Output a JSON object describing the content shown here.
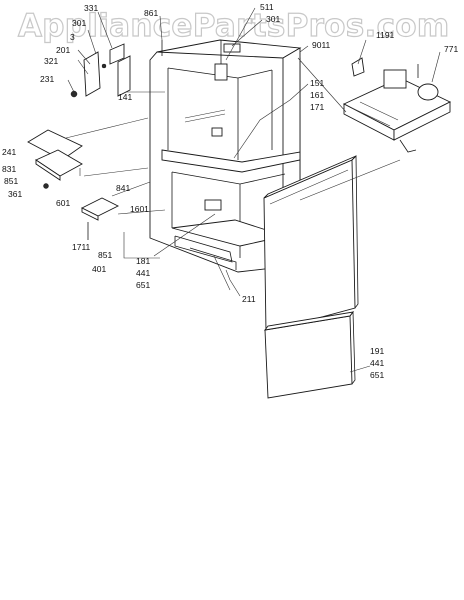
{
  "watermark": "AppliancePartsPros.com",
  "labels": [
    {
      "id": "331",
      "text": "331"
    },
    {
      "id": "301a",
      "text": "301"
    },
    {
      "id": "3x",
      "text": "3"
    },
    {
      "id": "201",
      "text": "201"
    },
    {
      "id": "321",
      "text": "321"
    },
    {
      "id": "231",
      "text": "231"
    },
    {
      "id": "861",
      "text": "861"
    },
    {
      "id": "511",
      "text": "511"
    },
    {
      "id": "301b",
      "text": "301"
    },
    {
      "id": "9011",
      "text": "9011"
    },
    {
      "id": "1191",
      "text": "1191"
    },
    {
      "id": "771",
      "text": "771"
    },
    {
      "id": "141",
      "text": "141"
    },
    {
      "id": "151",
      "text": "151"
    },
    {
      "id": "161",
      "text": "161"
    },
    {
      "id": "171",
      "text": "171"
    },
    {
      "id": "241",
      "text": "241"
    },
    {
      "id": "831",
      "text": "831"
    },
    {
      "id": "851a",
      "text": "851"
    },
    {
      "id": "361",
      "text": "361"
    },
    {
      "id": "841",
      "text": "841"
    },
    {
      "id": "601",
      "text": "601"
    },
    {
      "id": "1601",
      "text": "1601"
    },
    {
      "id": "1711",
      "text": "1711"
    },
    {
      "id": "851b",
      "text": "851"
    },
    {
      "id": "401",
      "text": "401"
    },
    {
      "id": "181",
      "text": "181"
    },
    {
      "id": "441a",
      "text": "441"
    },
    {
      "id": "651a",
      "text": "651"
    },
    {
      "id": "211",
      "text": "211"
    },
    {
      "id": "191",
      "text": "191"
    },
    {
      "id": "441b",
      "text": "441"
    },
    {
      "id": "651b",
      "text": "651"
    }
  ]
}
